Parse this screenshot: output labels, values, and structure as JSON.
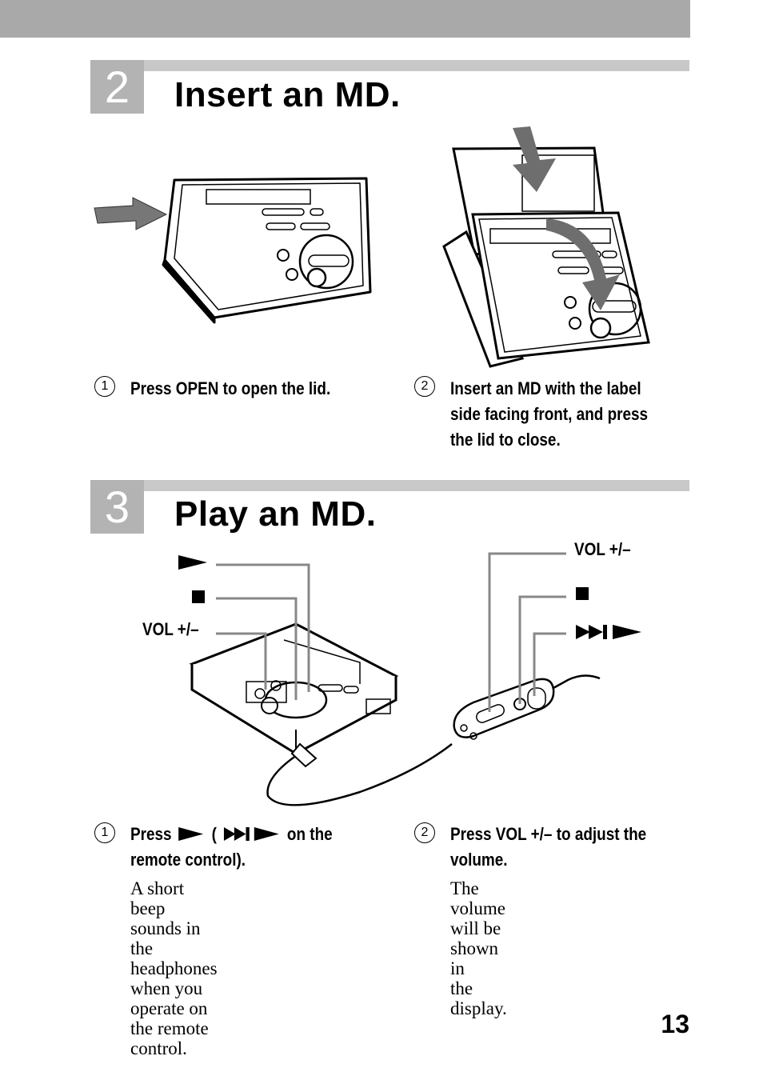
{
  "section2": {
    "number": "2",
    "title": "Insert an MD.",
    "steps": [
      {
        "num": "1",
        "text": "Press OPEN to open the lid."
      },
      {
        "num": "2",
        "lines": [
          "Insert an MD with the label",
          "side facing front, and press",
          "the lid to close."
        ]
      }
    ]
  },
  "section3": {
    "number": "3",
    "title": "Play an MD.",
    "labels_left": {
      "vol": "VOL +/–"
    },
    "labels_right": {
      "vol": "VOL +/–"
    },
    "steps": [
      {
        "num": "1",
        "line1_a": "Press",
        "line1_b": "(",
        "line1_c": "on the",
        "line2": "remote control).",
        "note": [
          "A short beep sounds in the",
          "headphones when you",
          "operate on the remote",
          "control."
        ]
      },
      {
        "num": "2",
        "lines": [
          "Press VOL +/– to adjust the",
          "volume."
        ],
        "note": [
          "The volume will be shown in",
          "the display."
        ]
      }
    ]
  },
  "page_number": "13"
}
